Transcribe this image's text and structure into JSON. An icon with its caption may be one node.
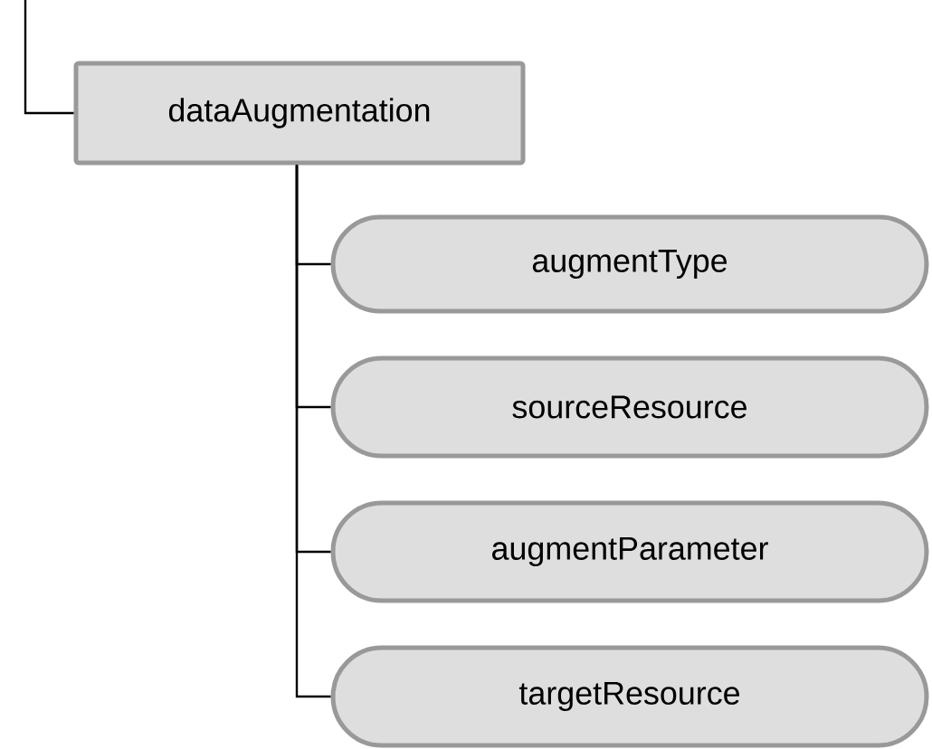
{
  "diagram": {
    "nodes": [
      {
        "text": [
          "dataAugmentation"
        ]
      },
      {
        "text": [
          "augmentType"
        ]
      },
      {
        "text": [
          "sourceResource"
        ]
      },
      {
        "text": [
          "augmentParameter"
        ]
      },
      {
        "text": [
          "targetResource"
        ]
      }
    ],
    "edges": [
      {
        "from": null,
        "to": 0,
        "arrow": "none"
      },
      {
        "from": 0,
        "to": 1,
        "arrow": "none"
      },
      {
        "from": 0,
        "to": 2,
        "arrow": "none"
      },
      {
        "from": 0,
        "to": 3,
        "arrow": "none"
      },
      {
        "from": 0,
        "to": 4,
        "arrow": "none"
      }
    ]
  }
}
